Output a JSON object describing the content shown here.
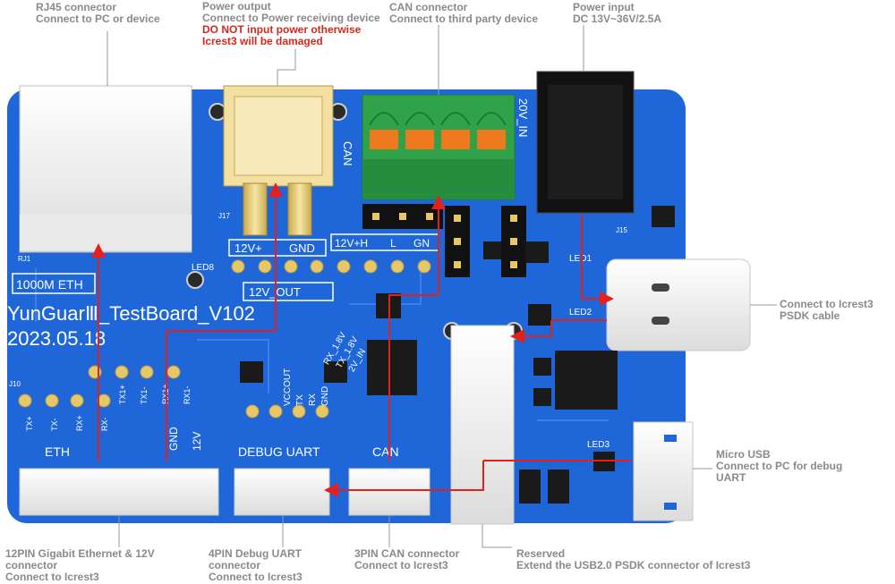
{
  "callouts": {
    "rj45": {
      "title": "RJ45 connector",
      "desc": "Connect to PC or device"
    },
    "power_output": {
      "title": "Power output",
      "desc": "Connect to Power receiving device",
      "warning_1": "DO NOT input power otherwise",
      "warning_2": "Icrest3 will be damaged"
    },
    "can_connector": {
      "title": "CAN connector",
      "desc": "Connect to third party device"
    },
    "power_input": {
      "title": "Power input",
      "desc": "DC 13V~36V/2.5A"
    },
    "usb_c": {
      "title": "Connect to Icrest3",
      "desc": "PSDK cable"
    },
    "micro_usb": {
      "title": "Micro USB",
      "desc_1": "Connect to PC for debug",
      "desc_2": "UART"
    },
    "pin12": {
      "title": "12PIN Gigabit Ethernet & 12V",
      "title_2": "connector",
      "desc": "Connect to Icrest3"
    },
    "pin4": {
      "title": "4PIN Debug UART",
      "title_2": "connector",
      "desc": "Connect to Icrest3"
    },
    "pin3": {
      "title": "3PIN CAN connector",
      "desc": "Connect to Icrest3"
    },
    "reserved": {
      "title": "Reserved",
      "desc": "Extend the USB2.0 PSDK connector of Icrest3"
    }
  },
  "board": {
    "name": "YunGuarⅢ_TestBoard_V102",
    "date": "2023.05.18",
    "eth_speed": "1000M ETH",
    "pwr_labels": {
      "plus": "12V+",
      "gnd": "GND",
      "out": "12V_OUT"
    },
    "can_header": {
      "h": "12V+H",
      "l": "L",
      "gnd": "GN"
    },
    "can_vertical": "CAN",
    "pwr_in_vertical": "20V_IN",
    "eth_label": "ETH",
    "debug_label": "DEBUG UART",
    "can_label": "CAN",
    "ref_rj1": "RJ1",
    "ref_j17": "J17",
    "ref_j10": "J10",
    "ref_j15": "J15",
    "ref_led1": "LED1",
    "ref_led2": "LED2",
    "ref_led3": "LED3",
    "ref_led8": "LED8",
    "pin_labels": [
      "TX+",
      "TX-",
      "RX+",
      "RX-",
      "TX1+",
      "TX1-",
      "RX1+",
      "RX1-"
    ],
    "pin_gnd": "GND",
    "pin_12v": "12V",
    "uart_pins": [
      "VCCOUT",
      "TX",
      "RX",
      "GND"
    ],
    "uart_levels": [
      "RX_1.8V",
      "TX_1.8V",
      "2V_IN"
    ]
  },
  "colors": {
    "pcb": "#1f67d8",
    "pcb_dark": "#1554b8",
    "arrow": "#e3201b",
    "callout_text": "#8a8a8a",
    "warning": "#d4281b",
    "terminal_green": "#2fa24a",
    "terminal_orange": "#ef7a1e",
    "gold": "#e8c766"
  }
}
